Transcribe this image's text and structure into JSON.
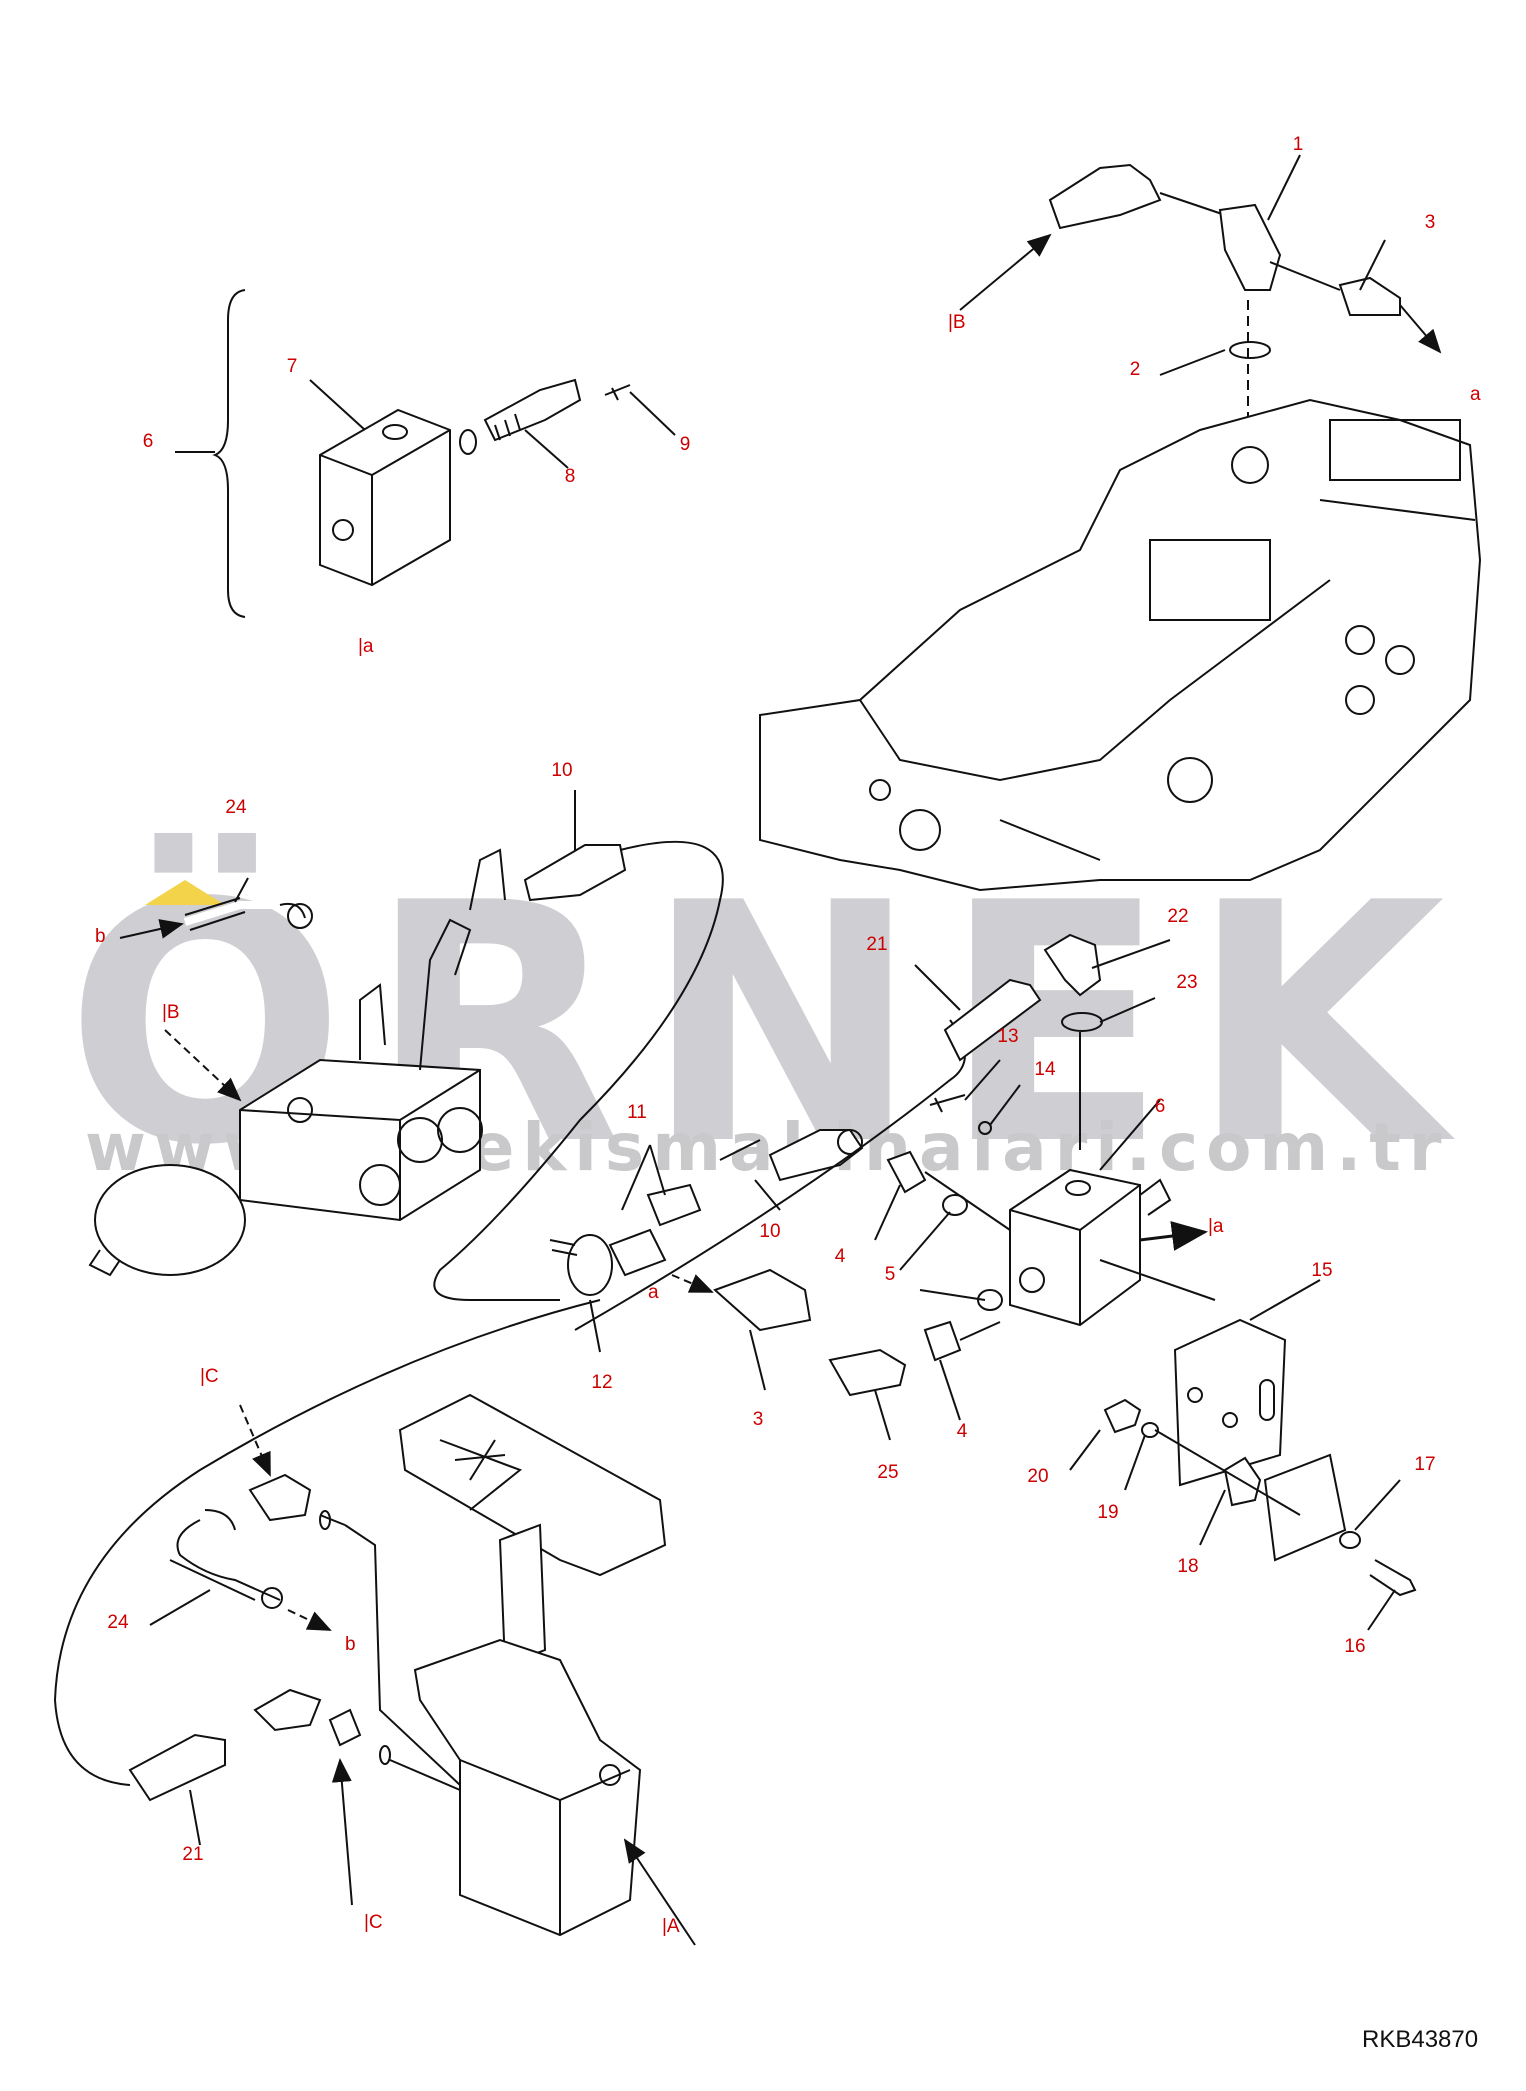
{
  "watermark": {
    "word": "ÖRNEK",
    "url": "www.ornekismakinalari.com.tr"
  },
  "drawing_code": "RKB43870",
  "callouts": [
    {
      "id": "c1",
      "text": "1"
    },
    {
      "id": "c2",
      "text": "2"
    },
    {
      "id": "c3a",
      "text": "3"
    },
    {
      "id": "c3b",
      "text": "3"
    },
    {
      "id": "c4a",
      "text": "4"
    },
    {
      "id": "c4b",
      "text": "4"
    },
    {
      "id": "c5",
      "text": "5"
    },
    {
      "id": "c6a",
      "text": "6"
    },
    {
      "id": "c6b",
      "text": "6"
    },
    {
      "id": "c7",
      "text": "7"
    },
    {
      "id": "c8",
      "text": "8"
    },
    {
      "id": "c9",
      "text": "9"
    },
    {
      "id": "c10a",
      "text": "10"
    },
    {
      "id": "c10b",
      "text": "10"
    },
    {
      "id": "c11",
      "text": "11"
    },
    {
      "id": "c12",
      "text": "12"
    },
    {
      "id": "c13",
      "text": "13"
    },
    {
      "id": "c14",
      "text": "14"
    },
    {
      "id": "c15",
      "text": "15"
    },
    {
      "id": "c16",
      "text": "16"
    },
    {
      "id": "c17",
      "text": "17"
    },
    {
      "id": "c18",
      "text": "18"
    },
    {
      "id": "c19",
      "text": "19"
    },
    {
      "id": "c20",
      "text": "20"
    },
    {
      "id": "c21a",
      "text": "21"
    },
    {
      "id": "c21b",
      "text": "21"
    },
    {
      "id": "c22",
      "text": "22"
    },
    {
      "id": "c23",
      "text": "23"
    },
    {
      "id": "c24a",
      "text": "24"
    },
    {
      "id": "c24b",
      "text": "24"
    },
    {
      "id": "c25",
      "text": "25"
    }
  ],
  "references": [
    {
      "id": "rB1",
      "text": "|B"
    },
    {
      "id": "ra1",
      "text": "a"
    },
    {
      "id": "ra2",
      "text": "|a"
    },
    {
      "id": "rb1",
      "text": "b"
    },
    {
      "id": "rB2",
      "text": "|B"
    },
    {
      "id": "ra3",
      "text": "a"
    },
    {
      "id": "ra4",
      "text": "|a"
    },
    {
      "id": "rC1",
      "text": "|C"
    },
    {
      "id": "rb2",
      "text": "b"
    },
    {
      "id": "rC2",
      "text": "|C"
    },
    {
      "id": "rA",
      "text": "|A"
    }
  ],
  "colors": {
    "callout": "#cc0000",
    "line": "#111111",
    "watermark": "#cfcfd3",
    "accent": "#f2d34a"
  }
}
